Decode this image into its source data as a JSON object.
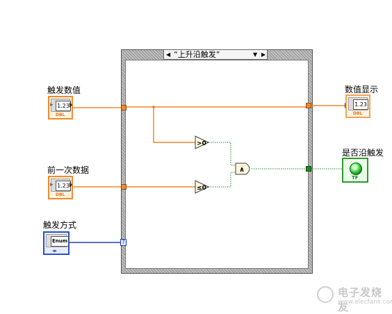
{
  "case_structure": {
    "selector_value": "“上升沿触发”",
    "left_arrow": "◀",
    "dropdown_arrow": "▼",
    "right_arrow": "▶"
  },
  "controls": {
    "trigger_value": {
      "label": "触发数值",
      "display": "1.23",
      "type_tag": "DBL"
    },
    "previous_data": {
      "label": "前一次数据",
      "display": "1.23",
      "type_tag": "DBL"
    },
    "trigger_mode": {
      "label": "触发方式",
      "display": "Enum",
      "type_tag": "◂▸"
    }
  },
  "indicators": {
    "value_display": {
      "label": "数值显示",
      "display": "1.23",
      "type_tag": "DBL"
    },
    "is_rising_edge": {
      "label": "是否沿触发",
      "type_tag": "TF"
    }
  },
  "nodes": {
    "greater_than_zero": ">0",
    "less_equal_zero": "≤0",
    "and_gate": "∧",
    "selector_tunnel": "?"
  },
  "colors": {
    "dbl_wire": "#f08a2a",
    "bool_wire": "#1e8a1e",
    "enum_wire": "#1f3fbf"
  },
  "watermark": {
    "text": "电子发烧友",
    "url": "www.elecfans.com"
  }
}
